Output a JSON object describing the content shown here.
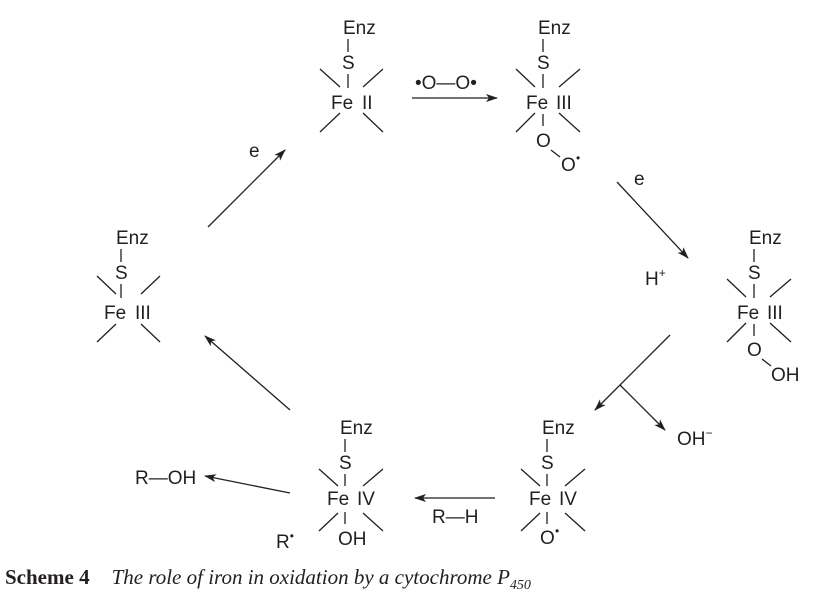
{
  "complexes": [
    {
      "id": "left",
      "enz": "Enz",
      "s": "S",
      "fe": "Fe",
      "ox": "III"
    },
    {
      "id": "top",
      "enz": "Enz",
      "s": "S",
      "fe": "Fe",
      "ox": "II"
    },
    {
      "id": "top-right",
      "enz": "Enz",
      "s": "S",
      "fe": "Fe",
      "ox": "III",
      "o1": "O",
      "o2": "O",
      "radical": "•"
    },
    {
      "id": "right",
      "enz": "Enz",
      "s": "S",
      "fe": "Fe",
      "ox": "III",
      "o1": "O",
      "o2": "OH"
    },
    {
      "id": "bottom-right",
      "enz": "Enz",
      "s": "S",
      "fe": "Fe",
      "ox": "IV",
      "o1": "O",
      "radical": "•"
    },
    {
      "id": "bottom-middle",
      "enz": "Enz",
      "s": "S",
      "fe": "Fe",
      "ox": "IV",
      "o1": "OH"
    }
  ],
  "reagents": {
    "dioxygen": "•O—O•",
    "electron_1": "e",
    "electron_2": "e",
    "proton": "H",
    "proton_charge": "+",
    "hydroxide": "OH",
    "hydroxide_charge": "−",
    "substrate": "R—H",
    "product": "R—OH",
    "radical": "R",
    "radical_dot": "•"
  },
  "caption": {
    "label": "Scheme 4",
    "text": "The role of iron in oxidation by a cytochrome P",
    "subscript": "450"
  }
}
